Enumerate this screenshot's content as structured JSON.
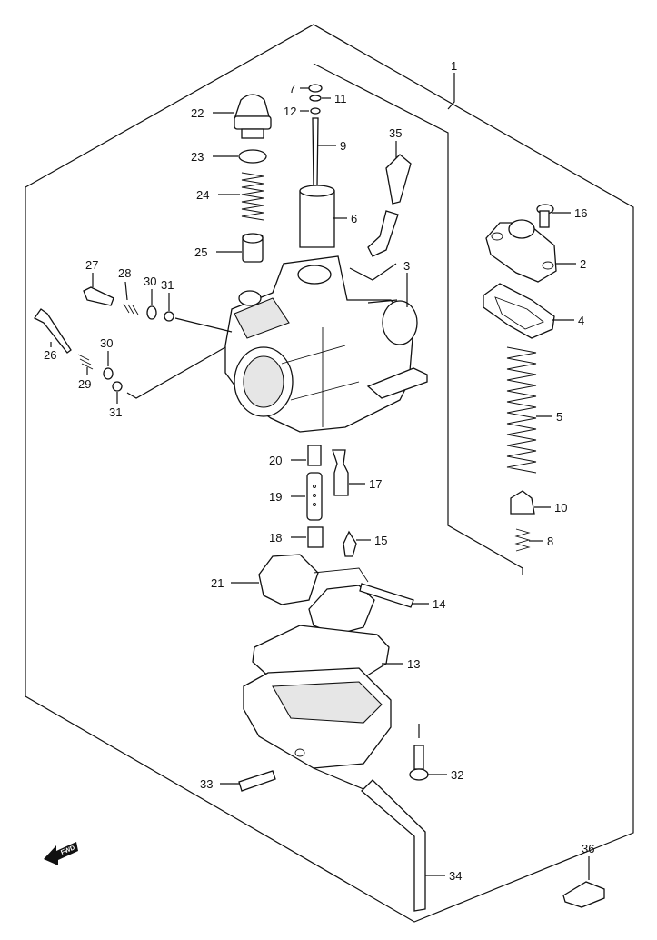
{
  "diagram": {
    "callouts": [
      {
        "id": "c1",
        "text": "1"
      },
      {
        "id": "c2",
        "text": "2"
      },
      {
        "id": "c3",
        "text": "3"
      },
      {
        "id": "c4",
        "text": "4"
      },
      {
        "id": "c5",
        "text": "5"
      },
      {
        "id": "c6",
        "text": "6"
      },
      {
        "id": "c7",
        "text": "7"
      },
      {
        "id": "c8",
        "text": "8"
      },
      {
        "id": "c9",
        "text": "9"
      },
      {
        "id": "c10",
        "text": "10"
      },
      {
        "id": "c11",
        "text": "11"
      },
      {
        "id": "c12",
        "text": "12"
      },
      {
        "id": "c13",
        "text": "13"
      },
      {
        "id": "c14",
        "text": "14"
      },
      {
        "id": "c15",
        "text": "15"
      },
      {
        "id": "c16",
        "text": "16"
      },
      {
        "id": "c17",
        "text": "17"
      },
      {
        "id": "c18",
        "text": "18"
      },
      {
        "id": "c19",
        "text": "19"
      },
      {
        "id": "c20",
        "text": "20"
      },
      {
        "id": "c21",
        "text": "21"
      },
      {
        "id": "c22",
        "text": "22"
      },
      {
        "id": "c23",
        "text": "23"
      },
      {
        "id": "c24",
        "text": "24"
      },
      {
        "id": "c25",
        "text": "25"
      },
      {
        "id": "c26",
        "text": "26"
      },
      {
        "id": "c27",
        "text": "27"
      },
      {
        "id": "c28",
        "text": "28"
      },
      {
        "id": "c29",
        "text": "29"
      },
      {
        "id": "c30a",
        "text": "30"
      },
      {
        "id": "c30b",
        "text": "30"
      },
      {
        "id": "c31a",
        "text": "31"
      },
      {
        "id": "c31b",
        "text": "31"
      },
      {
        "id": "c32",
        "text": "32"
      },
      {
        "id": "c33",
        "text": "33"
      },
      {
        "id": "c34",
        "text": "34"
      },
      {
        "id": "c35",
        "text": "35"
      },
      {
        "id": "c36",
        "text": "36"
      }
    ],
    "fwd_arrow": {
      "text": "FWD",
      "icon": "fwd-arrow-icon"
    }
  }
}
